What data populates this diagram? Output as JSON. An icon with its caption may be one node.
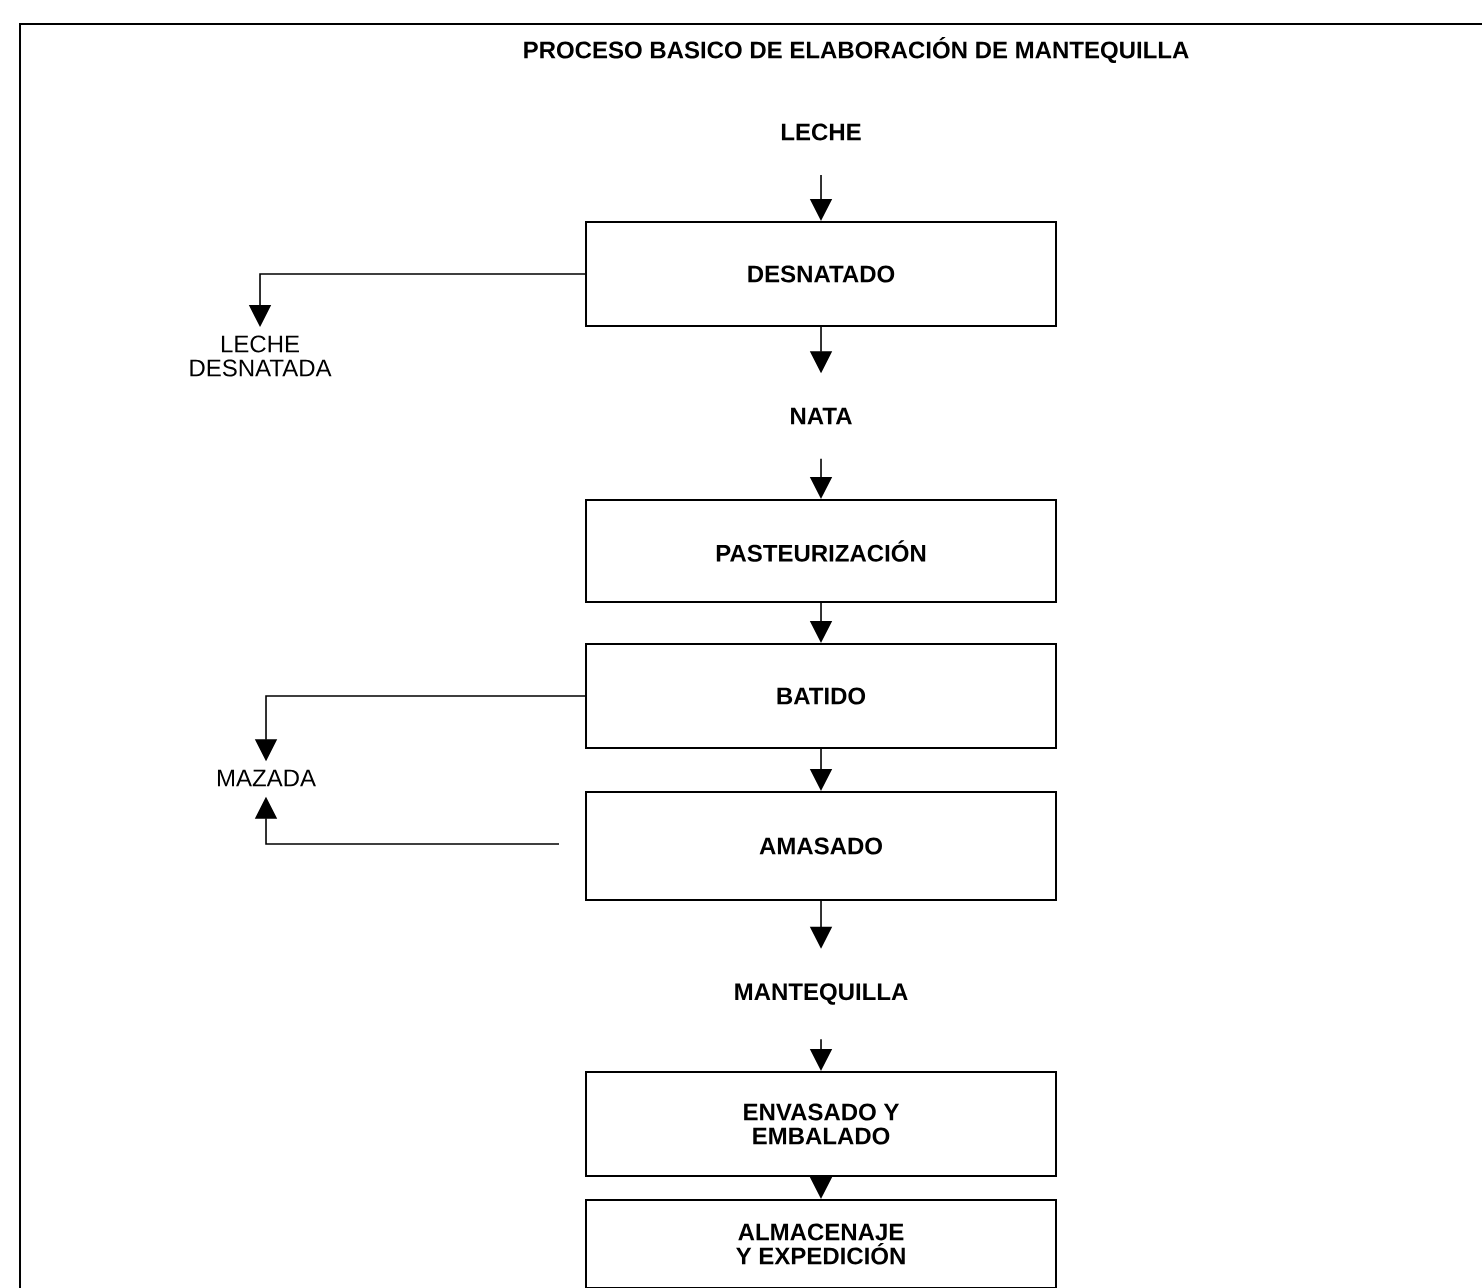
{
  "diagram": {
    "title": "PROCESO BASICO DE ELABORACIÓN DE MANTEQUILLA",
    "nodes": [
      {
        "text": [
          "LECHE"
        ]
      },
      {
        "text": [
          "DESNATADO"
        ]
      },
      {
        "text": [
          "LECHE DESNATADA"
        ]
      },
      {
        "text": [
          "NATA"
        ]
      },
      {
        "text": [
          "PASTEURIZACIÓN"
        ]
      },
      {
        "text": [
          "BATIDO"
        ]
      },
      {
        "text": [
          "MAZADA"
        ]
      },
      {
        "text": [
          "AMASADO"
        ]
      },
      {
        "text": [
          "MANTEQUILLA"
        ]
      },
      {
        "text": [
          "ENVASADO Y EMBALADO"
        ]
      },
      {
        "text": [
          "ALMACENAJE Y EXPEDICIÓN"
        ]
      }
    ],
    "edges": [
      {
        "from": 0,
        "to": 1,
        "arrow": "to"
      },
      {
        "from": 1,
        "to": 2,
        "arrow": "to"
      },
      {
        "from": 1,
        "to": 3,
        "arrow": "to"
      },
      {
        "from": 3,
        "to": 4,
        "arrow": "to"
      },
      {
        "from": 4,
        "to": 5,
        "arrow": "to"
      },
      {
        "from": 5,
        "to": 6,
        "arrow": "to"
      },
      {
        "from": 5,
        "to": 7,
        "arrow": "to"
      },
      {
        "from": 7,
        "to": 6,
        "arrow": "to"
      },
      {
        "from": 7,
        "to": 8,
        "arrow": "to"
      },
      {
        "from": 8,
        "to": 9,
        "arrow": "to"
      },
      {
        "from": 9,
        "to": 10,
        "arrow": "to"
      }
    ]
  }
}
